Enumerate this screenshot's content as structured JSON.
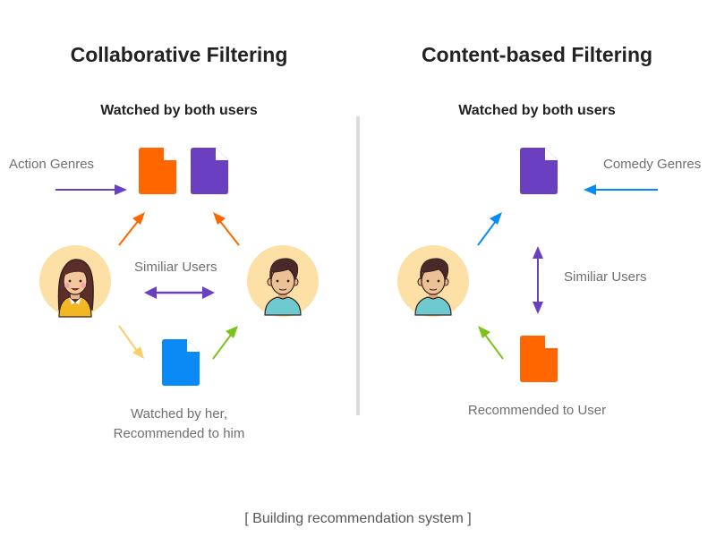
{
  "left": {
    "title": "Collaborative Filtering",
    "subtitle": "Watched by both users",
    "genre_label": "Action Genres",
    "similar_label": "Similiar Users",
    "bottom_label_line1": "Watched by her,",
    "bottom_label_line2": "Recommended to him",
    "documents": [
      {
        "name": "orange-document-icon",
        "color": "#FF6600"
      },
      {
        "name": "purple-document-icon",
        "color": "#6A3FC0"
      },
      {
        "name": "blue-document-icon",
        "color": "#0A8AF5"
      }
    ],
    "users": [
      "female-user-avatar",
      "male-user-avatar"
    ]
  },
  "right": {
    "title": "Content-based Filtering",
    "subtitle": "Watched by both users",
    "genre_label": "Comedy Genres",
    "similar_label": "Similiar Users",
    "bottom_label": "Recommended to User",
    "documents": [
      {
        "name": "purple-document-icon",
        "color": "#6A3FC0"
      },
      {
        "name": "orange-document-icon",
        "color": "#FF6600"
      }
    ],
    "users": [
      "male-user-avatar"
    ]
  },
  "caption": "[ Building recommendation system ]",
  "colors": {
    "orange": "#FF6600",
    "purple": "#6A3FC0",
    "blue": "#0A8AF5",
    "green": "#7AC41C",
    "yellow": "#F8CF6A",
    "avatar_bg": "#FCE0A6",
    "divider": "#DCDCDC"
  }
}
